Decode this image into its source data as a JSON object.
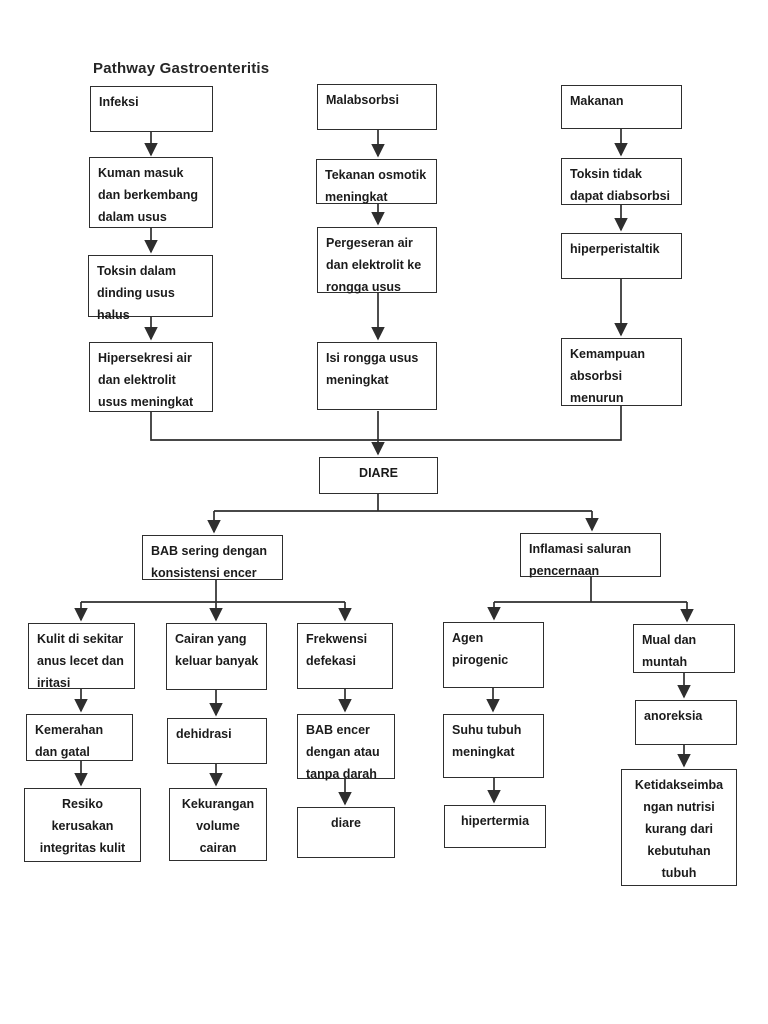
{
  "page": {
    "title": "Pathway Gastroenteritis",
    "background_color": "#ffffff",
    "line_color": "#2e2e2e",
    "box_border_color": "#2e2e2e",
    "text_color": "#1b1b1b"
  },
  "nodes": {
    "infeksi": {
      "label": "Infeksi"
    },
    "kuman": {
      "label": "Kuman masuk\ndan berkembang\ndalam usus"
    },
    "toksin_dalam": {
      "label": "Toksin dalam\ndinding usus\nhalus"
    },
    "hipersekresi": {
      "label": "Hipersekresi air\ndan elektrolit\nusus meningkat"
    },
    "malabsorbsi": {
      "label": "Malabsorbsi"
    },
    "tekanan": {
      "label": "Tekanan osmotik\nmeningkat"
    },
    "pergeseran": {
      "label": "Pergeseran air\ndan elektrolit ke\nrongga usus"
    },
    "isi_rongga": {
      "label": "Isi rongga usus\nmeningkat"
    },
    "makanan": {
      "label": "Makanan"
    },
    "toksin_tidak": {
      "label": "Toksin tidak\ndapat diabsorbsi"
    },
    "hiperperistaltik": {
      "label": "hiperperistaltik"
    },
    "kemampuan": {
      "label": "Kemampuan\nabsorbsi\nmenurun"
    },
    "diare_main": {
      "label": "DIARE"
    },
    "bab_sering": {
      "label": "BAB sering dengan\nkonsistensi encer"
    },
    "inflamasi": {
      "label": "Inflamasi saluran\npencernaan"
    },
    "kulit": {
      "label": "Kulit di sekitar\nanus lecet dan\niritasi"
    },
    "cairan": {
      "label": "Cairan yang\nkeluar banyak"
    },
    "frekwensi": {
      "label": "Frekwensi\ndefekasi"
    },
    "agen": {
      "label": "Agen\npirogenic"
    },
    "mual": {
      "label": "Mual dan\nmuntah"
    },
    "kemerahan": {
      "label": "Kemerahan\ndan gatal"
    },
    "dehidrasi": {
      "label": "dehidrasi"
    },
    "bab_encer": {
      "label": "BAB encer\ndengan atau\ntanpa darah"
    },
    "suhu": {
      "label": "Suhu tubuh\nmeningkat"
    },
    "anoreksia": {
      "label": "anoreksia"
    },
    "resiko": {
      "label": "Resiko\nkerusakan\nintegritas kulit"
    },
    "kekurangan": {
      "label": "Kekurangan\nvolume\ncairan"
    },
    "diare_sub": {
      "label": "diare"
    },
    "hipertermia": {
      "label": "hipertermia"
    },
    "ketidakseimbangan": {
      "label": "Ketidakseimba\nngan nutrisi\nkurang dari\nkebutuhan\ntubuh"
    }
  }
}
